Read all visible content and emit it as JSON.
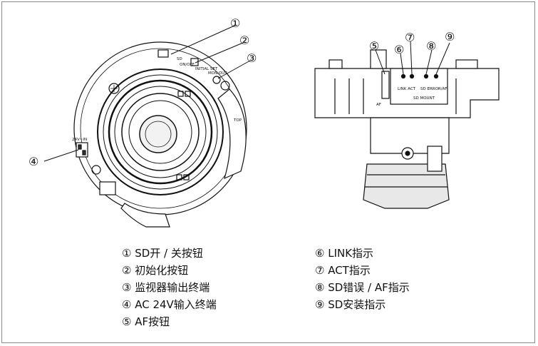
{
  "callouts": {
    "c1": "①",
    "c2": "②",
    "c3": "③",
    "c4": "④",
    "c5": "⑤",
    "c6": "⑥",
    "c7": "⑦",
    "c8": "⑧",
    "c9": "⑨"
  },
  "device_labels": {
    "sd": "SD",
    "on_off": "ON/OFF",
    "initial_set": "INITIAL SET",
    "monitor_out": "MON OUT",
    "power_in": "24V~IN",
    "top": "TOP",
    "link_act": "LINK ACT",
    "sd_error": "SD ERROR/AF",
    "sd_mount": "SD MOUNT",
    "af": "AF"
  },
  "legend": {
    "left": [
      "① SD开 / 关按钮",
      "② 初始化按钮",
      "③ 监视器输出终端",
      "④ AC 24V输入终端",
      "⑤ AF按钮"
    ],
    "right": [
      "⑥ LINK指示",
      "⑦ ACT指示",
      "⑧ SD错误 / AF指示",
      "⑨ SD安装指示"
    ]
  }
}
